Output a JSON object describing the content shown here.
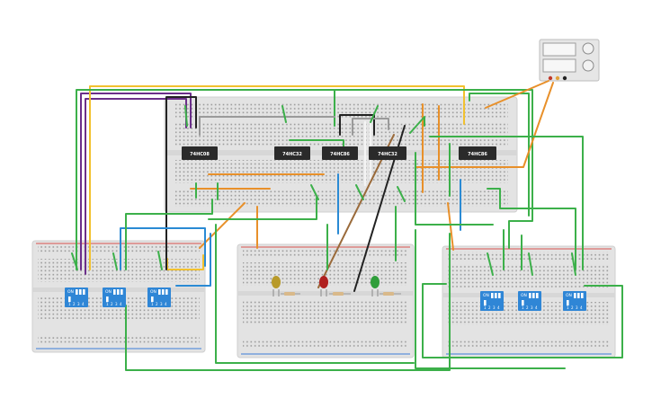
{
  "canvas": {
    "background": "#ffffff"
  },
  "colors": {
    "board": "#e3e3e3",
    "board_edge": "#cfcfcf",
    "rail_red": "#d9534f",
    "rail_blue": "#3b7dd8",
    "chip": "#2a2a2a",
    "dip": "#2f86d6",
    "wire_green": "#3cb04a",
    "wire_yellow": "#f2c12e",
    "wire_orange": "#e8902a",
    "wire_purple": "#6b2f8a",
    "wire_black": "#222222",
    "wire_blue": "#2a8ad4",
    "wire_brown": "#9a6a3a",
    "wire_gray": "#9a9a9a",
    "wire_white": "#f4f4f4"
  },
  "chips": [
    {
      "id": "chip-1",
      "label": "74HC08"
    },
    {
      "id": "chip-2",
      "label": "74HC32"
    },
    {
      "id": "chip-3",
      "label": "74HC86"
    },
    {
      "id": "chip-4",
      "label": "74HC32"
    },
    {
      "id": "chip-5",
      "label": "74HC86"
    }
  ],
  "dip_switches": [
    {
      "id": "dip-1",
      "on_label": "ON",
      "numbers": [
        "1",
        "2",
        "3",
        "4"
      ]
    },
    {
      "id": "dip-2",
      "on_label": "ON",
      "numbers": [
        "1",
        "2",
        "3",
        "4"
      ]
    },
    {
      "id": "dip-3",
      "on_label": "ON",
      "numbers": [
        "1",
        "2",
        "3",
        "4"
      ]
    },
    {
      "id": "dip-4",
      "on_label": "ON",
      "numbers": [
        "1",
        "2",
        "3",
        "4"
      ]
    },
    {
      "id": "dip-5",
      "on_label": "ON",
      "numbers": [
        "1",
        "2",
        "3",
        "4"
      ]
    },
    {
      "id": "dip-6",
      "on_label": "ON",
      "numbers": [
        "1",
        "2",
        "3",
        "4"
      ]
    }
  ],
  "leds": [
    {
      "id": "led-yellow",
      "color": "#b89a2a"
    },
    {
      "id": "led-red",
      "color": "#b02020"
    },
    {
      "id": "led-green",
      "color": "#2f9e3a"
    }
  ],
  "power_supply": {
    "id": "power-supply"
  }
}
